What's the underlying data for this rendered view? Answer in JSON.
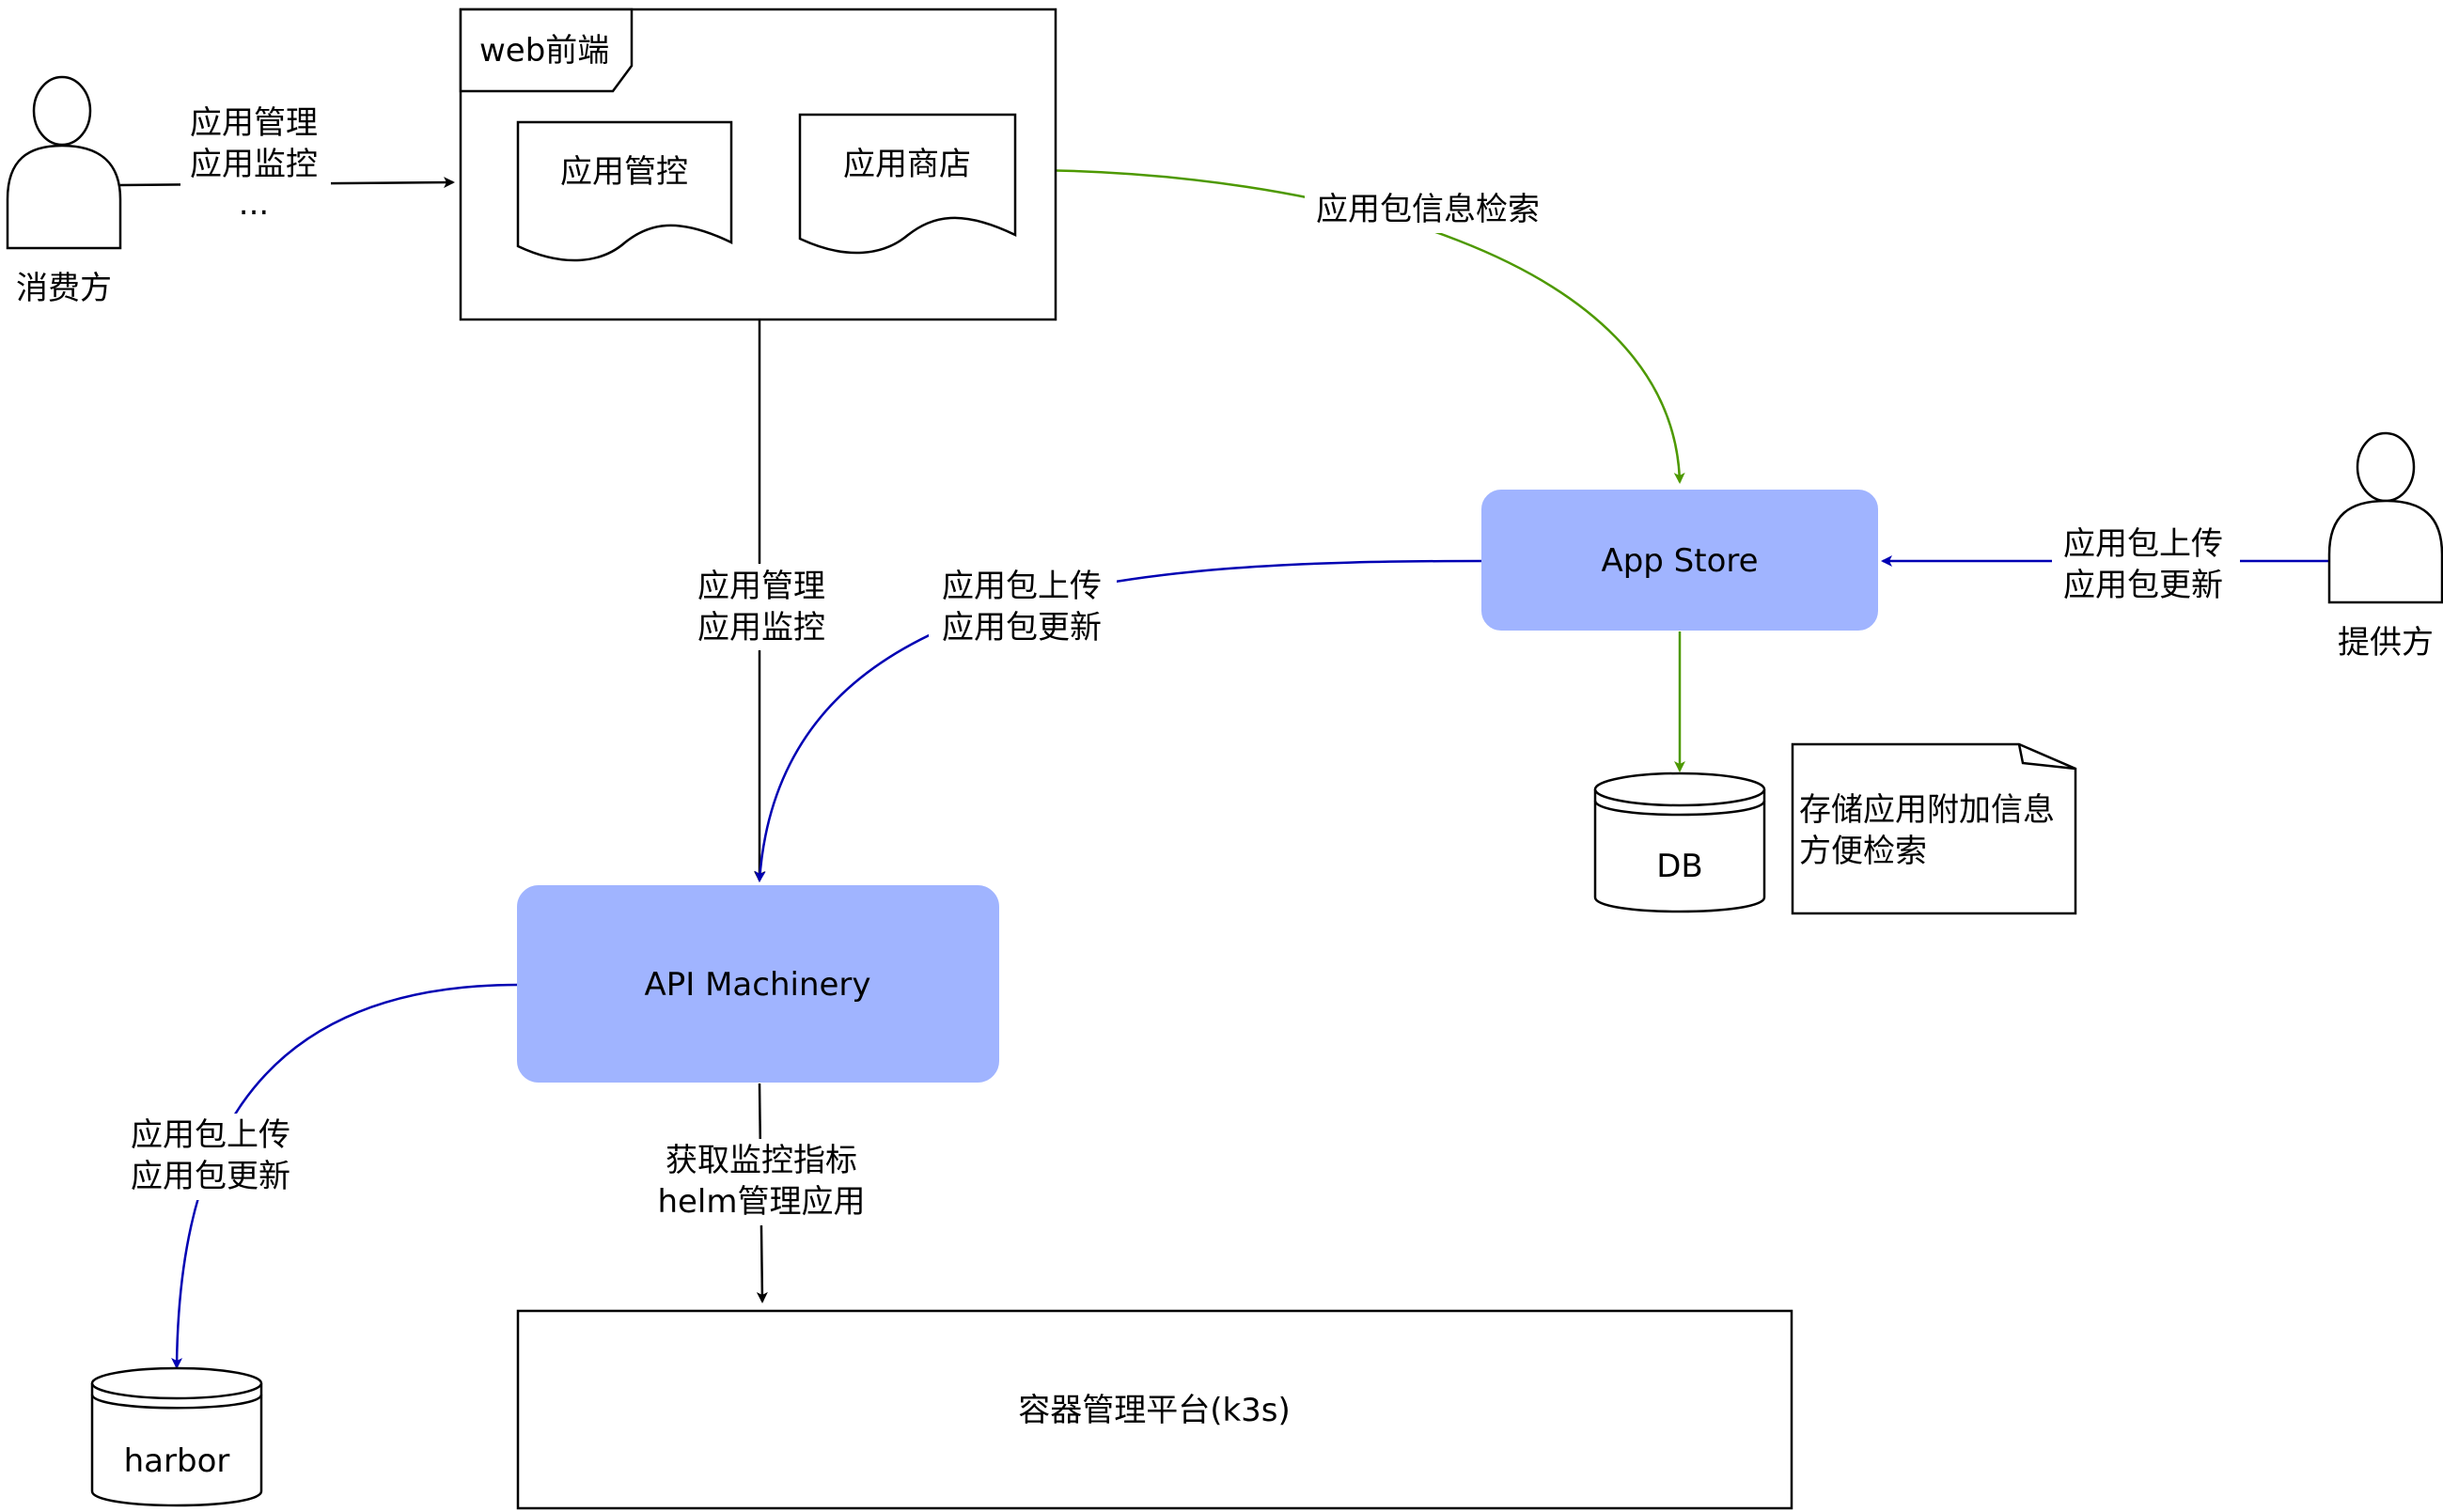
{
  "actors": {
    "consumer": {
      "label": "消费方"
    },
    "provider": {
      "label": "提供方"
    }
  },
  "web_frontend": {
    "frame_label": "web前端",
    "app_control": "应用管控",
    "app_store": "应用商店"
  },
  "nodes": {
    "app_store": "App Store",
    "api_machinery": "API Machinery",
    "container_platform": "容器管理平台(k3s)",
    "db": "DB",
    "harbor": "harbor"
  },
  "note": {
    "line1": "存储应用附加信息",
    "line2": "方便检索"
  },
  "edges": {
    "consumer_to_web": {
      "line1": "应用管理",
      "line2": "应用监控",
      "line3": "..."
    },
    "store_search": {
      "line1": "应用包信息检索"
    },
    "web_to_api": {
      "line1": "应用管理",
      "line2": "应用监控"
    },
    "store_to_api": {
      "line1": "应用包上传",
      "line2": "应用包更新"
    },
    "provider_to_store": {
      "line1": "应用包上传",
      "line2": "应用包更新"
    },
    "api_to_harbor": {
      "line1": "应用包上传",
      "line2": "应用包更新"
    },
    "api_to_k3s": {
      "line1": "获取监控指标",
      "line2": "helm管理应用"
    }
  },
  "colors": {
    "node_fill": "#A0B4FF",
    "edge_black": "#000000",
    "edge_green": "#4D9900",
    "edge_blue": "#0000B3"
  }
}
